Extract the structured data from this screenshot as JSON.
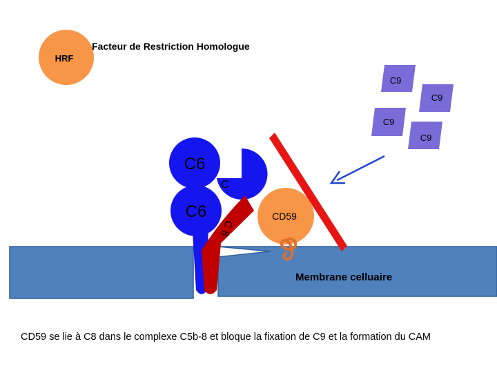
{
  "labels": {
    "hrf": "HRF",
    "hrf_title": "Facteur de Restriction Homologue",
    "c9_1": "C9",
    "c9_2": "C9",
    "c9_3": "C9",
    "c9_4": "C9",
    "c6_top": "C6",
    "c6_bottom": "C6",
    "c_partial": "C",
    "c8": "C 8",
    "cd59": "CD59",
    "membrane": "Membrane celluaire",
    "caption": "CD59 se lie à C8 dans le complexe C5b-8 et bloque la fixation de C9 et la formation du CAM"
  },
  "colors": {
    "hrf": "#f79646",
    "cd59": "#f79646",
    "c9": "#7b6bd8",
    "c6": "#1515f0",
    "c8": "#c00000",
    "inhibitor_bar": "#e81515",
    "arrow": "#2244cc",
    "membrane": "#4f81bd",
    "membrane_border": "#2f5f9a",
    "cd59_anchor": "#e2702a"
  }
}
